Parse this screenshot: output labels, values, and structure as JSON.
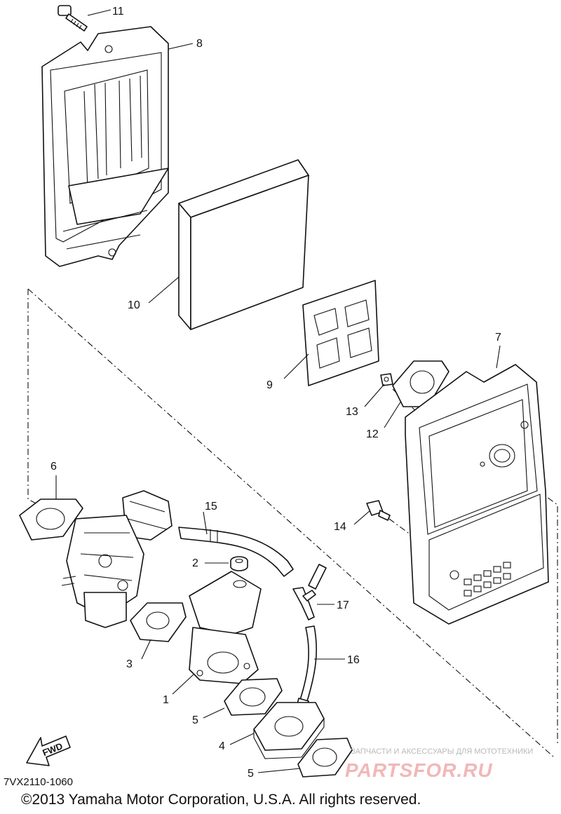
{
  "callouts": {
    "c1": "1",
    "c2": "2",
    "c3": "3",
    "c4": "4",
    "c5a": "5",
    "c5b": "5",
    "c6": "6",
    "c7": "7",
    "c8": "8",
    "c9": "9",
    "c10": "10",
    "c11": "11",
    "c12": "12",
    "c13": "13",
    "c14": "14",
    "c15": "15",
    "c16": "16",
    "c17": "17"
  },
  "fwd_label": "FWD",
  "diagram_code": "7VX2110-1060",
  "copyright": "©2013 Yamaha Motor Corporation, U.S.A. All rights reserved.",
  "watermark": {
    "caption": "ЗАПЧАСТИ И АКСЕССУАРЫ ДЛЯ МОТОТЕХНИКИ",
    "brand": "PARTSFOR.RU"
  },
  "colors": {
    "line": "#111111",
    "watermark_brand": "#f2b7b7",
    "watermark_caption": "#b9b9b9"
  }
}
